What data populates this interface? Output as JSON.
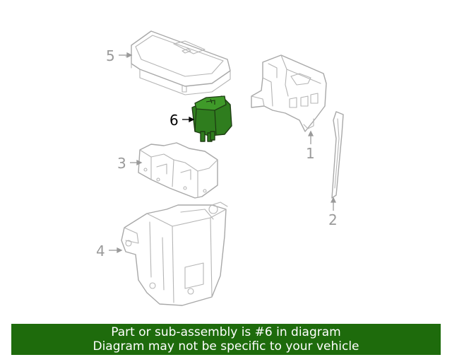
{
  "callouts": {
    "part1": "1",
    "part2": "2",
    "part3": "3",
    "part4": "4",
    "part5": "5",
    "part6": "6"
  },
  "highlight": {
    "part": "6",
    "color": "#2f7d1e"
  },
  "banner": {
    "line1": "Part or sub-assembly is #6 in diagram",
    "line2": "Diagram may not be specific to your vehicle",
    "background": "#1e6b0c"
  }
}
